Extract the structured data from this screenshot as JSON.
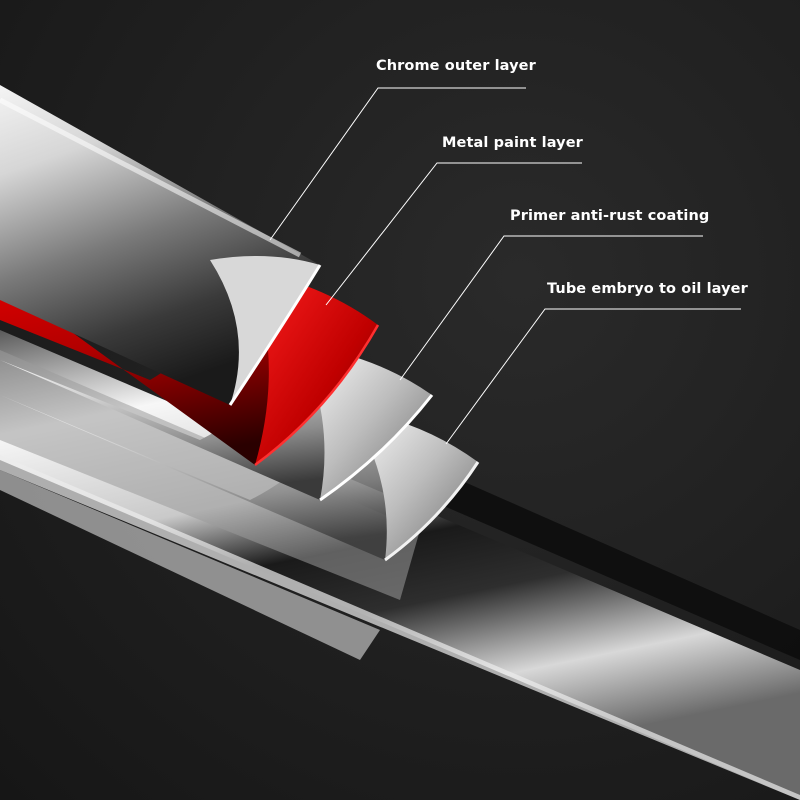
{
  "diagram": {
    "callouts": [
      {
        "id": "chrome",
        "label": "Chrome outer layer"
      },
      {
        "id": "paint",
        "label": "Metal paint layer"
      },
      {
        "id": "primer",
        "label": "Primer anti-rust coating"
      },
      {
        "id": "embryo",
        "label": "Tube embryo to oil layer"
      }
    ],
    "colors": {
      "background": "#1e1e1e",
      "chrome": "#d9d9d9",
      "paint": "#c00000",
      "primer": "#bdbdbd",
      "embryo": "#cfcfcf",
      "callout_line": "#ffffff",
      "label_text": "#ffffff"
    }
  }
}
